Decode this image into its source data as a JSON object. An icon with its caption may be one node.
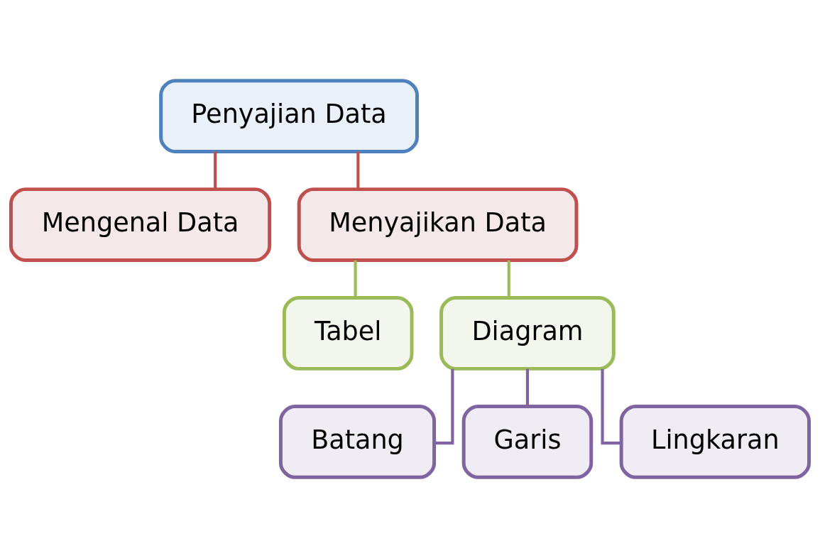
{
  "diagram": {
    "nodes": [
      {
        "text": [
          "Penyajian Data"
        ]
      },
      {
        "text": [
          "Mengenal Data"
        ]
      },
      {
        "text": [
          "Menyajikan Data"
        ]
      },
      {
        "text": [
          "Tabel"
        ]
      },
      {
        "text": [
          "Diagram"
        ]
      },
      {
        "text": [
          "Batang"
        ]
      },
      {
        "text": [
          "Garis"
        ]
      },
      {
        "text": [
          "Lingkaran"
        ]
      }
    ],
    "edges": [
      {
        "from": 0,
        "to": 1,
        "arrow": "none",
        "color": "#c0504d"
      },
      {
        "from": 0,
        "to": 2,
        "arrow": "none",
        "color": "#c0504d"
      },
      {
        "from": 2,
        "to": 3,
        "arrow": "none",
        "color": "#9bbb59"
      },
      {
        "from": 2,
        "to": 4,
        "arrow": "none",
        "color": "#9bbb59"
      },
      {
        "from": 4,
        "to": 5,
        "arrow": "none",
        "color": "#8064a2"
      },
      {
        "from": 4,
        "to": 6,
        "arrow": "none",
        "color": "#8064a2"
      },
      {
        "from": 4,
        "to": 7,
        "arrow": "none",
        "color": "#8064a2"
      }
    ]
  }
}
